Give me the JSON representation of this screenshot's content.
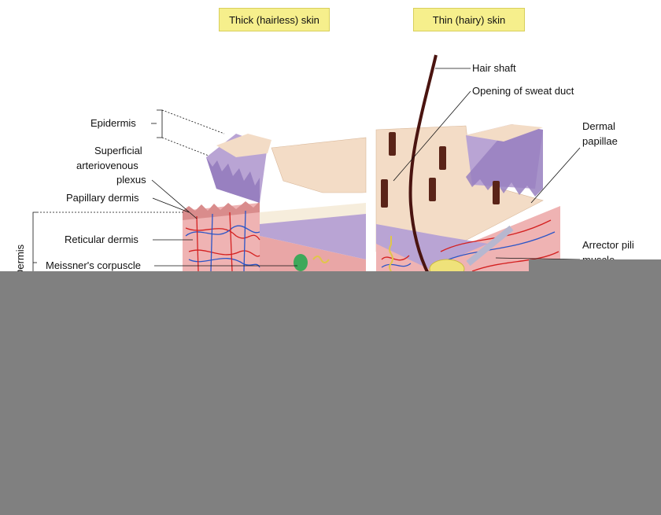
{
  "headers": {
    "thick": "Thick (hairless) skin",
    "thin": "Thin (hairy) skin"
  },
  "labels": {
    "epidermis": "Epidermis",
    "superficial_plexus_1": "Superficial",
    "superficial_plexus_2": "arteriovenous",
    "superficial_plexus_3": "plexus",
    "papillary_dermis": "Papillary dermis",
    "reticular_dermis": "Reticular dermis",
    "meissners_corpuscle": "Meissner's corpuscle",
    "dermis": "Dermis",
    "hair_shaft": "Hair shaft",
    "opening_sweat_duct": "Opening of sweat duct",
    "dermal_papillae_1": "Dermal",
    "dermal_papillae_2": "papillae",
    "arrector_pili_1": "Arrector pili",
    "arrector_pili_2": "muscle"
  },
  "colors": {
    "header_bg": "#f6ef8c",
    "epidermis_purple": "#a58fc4",
    "dermis_pink": "#efb3b3",
    "surface_beige": "#f3dcc6",
    "hair": "#4a1410",
    "occluder_gray": "#808080"
  }
}
